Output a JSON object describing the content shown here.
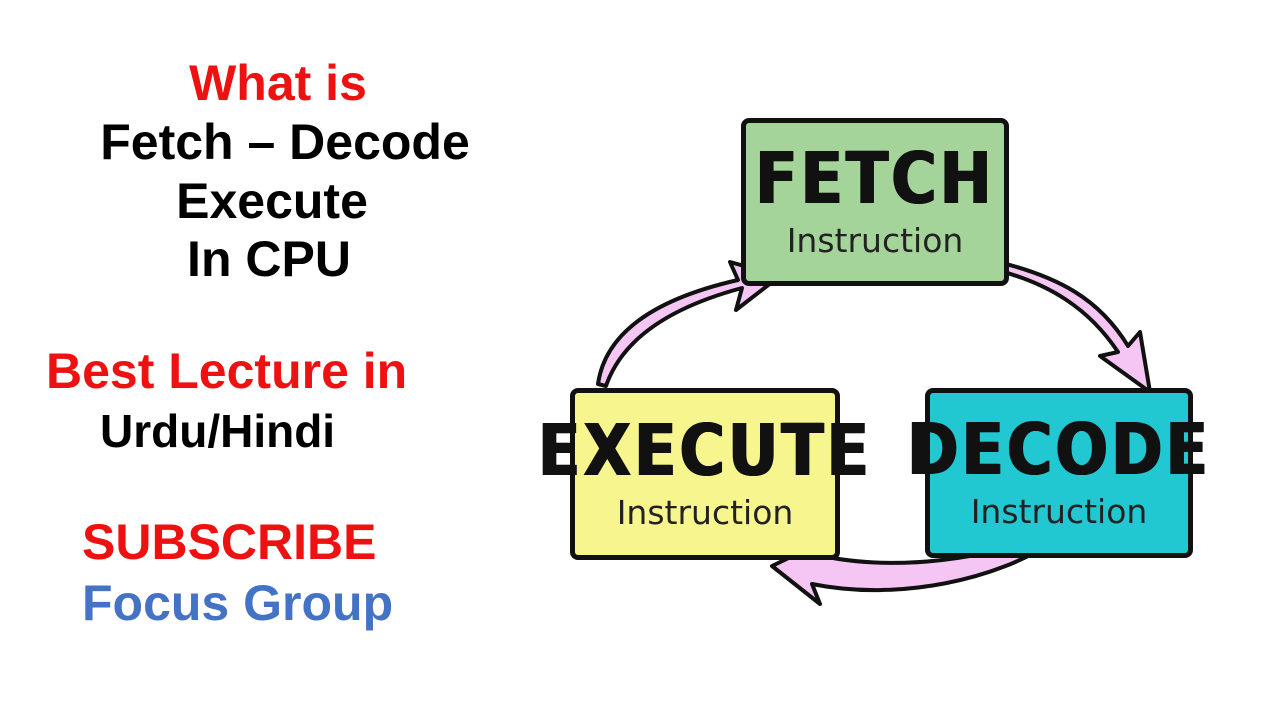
{
  "heading": {
    "line1": "What is",
    "line2": "Fetch – Decode",
    "line3": "Execute",
    "line4": "In CPU"
  },
  "lecture": {
    "line1": "Best Lecture in",
    "line2": "Urdu/Hindi"
  },
  "promo": {
    "subscribe": "SUBSCRIBE",
    "channel": "Focus Group"
  },
  "cycle": {
    "fetch": {
      "title": "FETCH",
      "subtitle": "Instruction",
      "color": "#a5d49b"
    },
    "decode": {
      "title": "DECODE",
      "subtitle": "Instruction",
      "color": "#21c7d1"
    },
    "execute": {
      "title": "EXECUTE",
      "subtitle": "Instruction",
      "color": "#f7f58e"
    }
  },
  "colors": {
    "red": "#ee1111",
    "black": "#000000",
    "blue": "#4472c4",
    "arrow_fill": "#f5c6f3",
    "arrow_outline": "#111111"
  }
}
